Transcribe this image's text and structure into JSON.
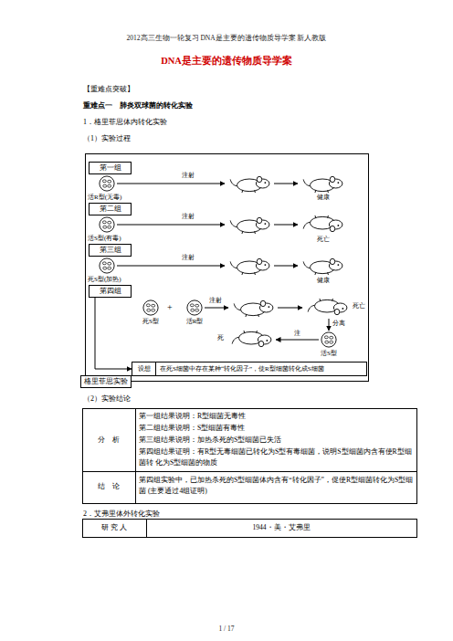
{
  "diagram": {
    "title": "DNA是主要的遗传物质导学案",
    "nodes": [
      {
        "text": [
          "格里菲思实验"
        ]
      },
      {
        "text": [
          "第一组"
        ],
        "in": 0
      },
      {
        "text": [
          "第二组"
        ],
        "in": 0
      },
      {
        "text": [
          "第三组"
        ],
        "in": 0
      },
      {
        "text": [
          "第四组"
        ],
        "in": 0
      },
      {
        "text": [
          "设想",
          "在死S细菌中存在某种“转化因子”，使R型细菌转化成S细菌"
        ],
        "in": 0
      }
    ],
    "edges": [
      {
        "from": 4,
        "to": 5,
        "arrow": "to"
      }
    ],
    "labels": [
      "2012高三生物一轮复习 DNA是主要的遗传物质导学案 新人教版",
      "【重难点突破】",
      "重难点一　肺炎双球菌的转化实验",
      "1．格里菲思体内转化实验",
      "（1）实验过程",
      "注射",
      "活R型(无毒)",
      "健康",
      "注射",
      "活S型(有毒)",
      "死亡",
      "注射",
      "死S型(加热)",
      "健康",
      "死S型",
      "+",
      "活R型",
      "注射",
      "死亡",
      "分离",
      "注",
      "活S型",
      "死",
      "（2）实验结论",
      "分　析",
      "第一组结果说明：R型细菌无毒性",
      "第二组结果说明：S型细菌有毒性",
      "第三组结果说明：加热杀死的S型细菌已失活",
      "第四组结果证明：有R型无毒细菌已转化为S型有毒细菌，说明S型细菌内含有使R型细菌转 化为S型细菌的物质",
      "结　论",
      "第四组实验中，已加热杀死的S型细菌体内含有“转化因子”，促使R型细菌转化为S型细菌 (主要通过4组证明)",
      "2．艾弗里体外转化实验",
      "研 究 人",
      "1944・美・艾弗里",
      "1 / 17"
    ]
  }
}
